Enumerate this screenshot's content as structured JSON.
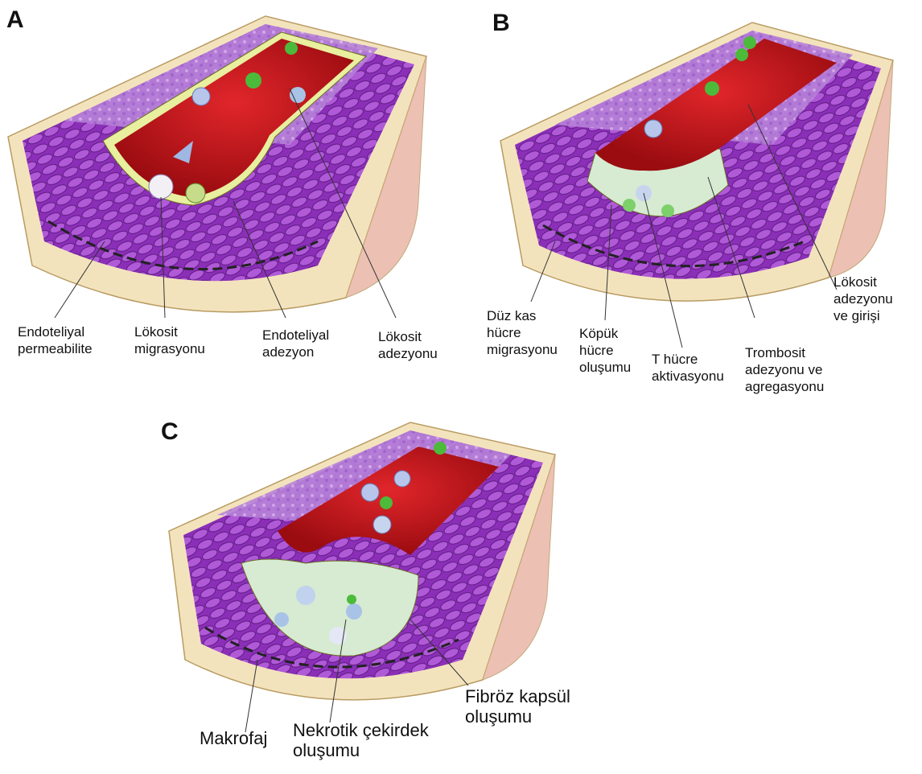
{
  "panels": [
    {
      "letter": "A",
      "labels": [
        {
          "lines": [
            "Endoteliyal",
            "permeabilite"
          ]
        },
        {
          "lines": [
            "Lökosit",
            "migrasyonu"
          ]
        },
        {
          "lines": [
            "Endoteliyal",
            "adezyon"
          ]
        },
        {
          "lines": [
            "Lökosit",
            "adezyonu"
          ]
        }
      ]
    },
    {
      "letter": "B",
      "labels": [
        {
          "lines": [
            "Düz kas",
            "hücre",
            "migrasyonu"
          ]
        },
        {
          "lines": [
            "Köpük",
            "hücre",
            "oluşumu"
          ]
        },
        {
          "lines": [
            "T hücre",
            "aktivasyonu"
          ]
        },
        {
          "lines": [
            "Trombosit",
            "adezyonu ve",
            "agregasyonu"
          ]
        },
        {
          "lines": [
            "Lökosit",
            "adezyonu",
            "ve girişi"
          ]
        }
      ]
    },
    {
      "letter": "C",
      "labels": [
        {
          "lines": [
            "Makrofaj"
          ]
        },
        {
          "lines": [
            "Nekrotik çekirdek",
            "oluşumu"
          ]
        },
        {
          "lines": [
            "Fibröz kapsül",
            "oluşumu"
          ]
        }
      ]
    }
  ],
  "colors": {
    "lumen": "#c8101a",
    "muscle": "#9b3fc8",
    "adventitia": "#f1e0b8",
    "intima": "#e6ee9c",
    "plaque": "#d8ecd6"
  }
}
